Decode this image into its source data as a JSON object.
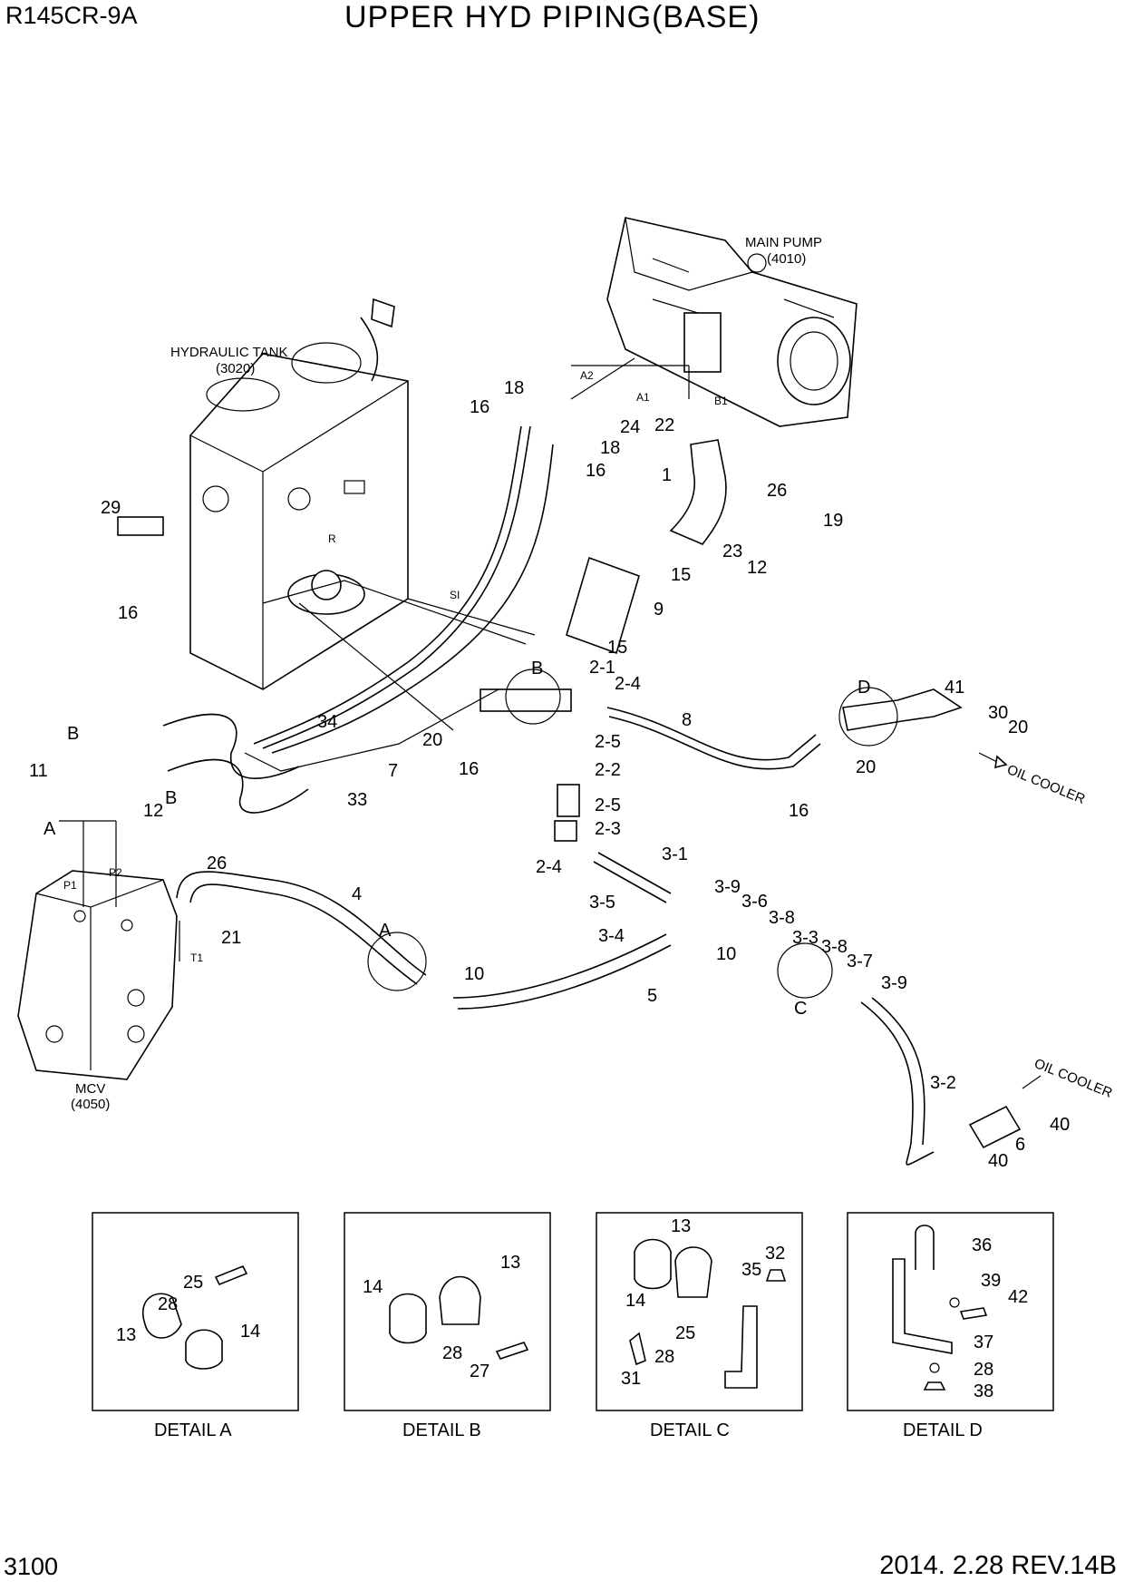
{
  "header": {
    "model": "R145CR-9A",
    "title": "UPPER HYD PIPING(BASE)"
  },
  "footer": {
    "page": "3100",
    "revision": "2014. 2.28  REV.14B"
  },
  "components": {
    "main_pump": {
      "name": "MAIN PUMP",
      "code": "(4010)"
    },
    "hydraulic_tank": {
      "name": "HYDRAULIC TANK",
      "code": "(3020)"
    },
    "mcv": {
      "name": "MCV",
      "code": "(4050)"
    }
  },
  "flow_labels": {
    "oil_cooler_1": "OIL COOLER",
    "oil_cooler_2": "OIL COOLER"
  },
  "port_labels": [
    "A2",
    "A1",
    "B1",
    "R",
    "SI",
    "P1",
    "P2",
    "T1"
  ],
  "detail_refs": [
    "A",
    "A",
    "B",
    "B",
    "B",
    "C",
    "C",
    "D"
  ],
  "callouts": [
    "18",
    "16",
    "24",
    "18",
    "22",
    "16",
    "1",
    "26",
    "19",
    "23",
    "12",
    "15",
    "9",
    "15",
    "29",
    "16",
    "34",
    "20",
    "16",
    "2-1",
    "2-4",
    "2-5",
    "2-2",
    "2-5",
    "2-3",
    "2-4",
    "8",
    "20",
    "41",
    "30",
    "20",
    "16",
    "7",
    "33",
    "11",
    "12",
    "26",
    "4",
    "21",
    "10",
    "5",
    "3-1",
    "3-9",
    "3-5",
    "3-6",
    "3-4",
    "10",
    "3-8",
    "3-3",
    "3-8",
    "3-7",
    "3-9",
    "3-2",
    "40",
    "6",
    "40"
  ],
  "details": [
    {
      "title": "DETAIL A",
      "parts": [
        "25",
        "28",
        "13",
        "14"
      ]
    },
    {
      "title": "DETAIL B",
      "parts": [
        "13",
        "14",
        "28",
        "27"
      ]
    },
    {
      "title": "DETAIL C",
      "parts": [
        "13",
        "32",
        "35",
        "14",
        "25",
        "28",
        "31"
      ]
    },
    {
      "title": "DETAIL D",
      "parts": [
        "36",
        "39",
        "42",
        "37",
        "28",
        "38"
      ]
    }
  ]
}
